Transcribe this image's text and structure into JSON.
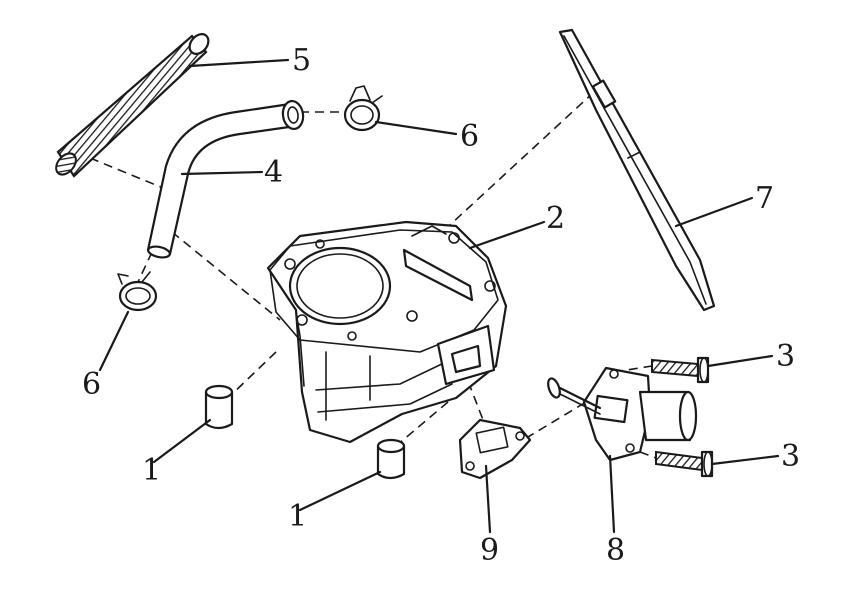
{
  "callouts": [
    {
      "id": "c1a",
      "text": "1"
    },
    {
      "id": "c1b",
      "text": "1"
    },
    {
      "id": "c2",
      "text": "2"
    },
    {
      "id": "c3a",
      "text": "3"
    },
    {
      "id": "c3b",
      "text": "3"
    },
    {
      "id": "c4",
      "text": "4"
    },
    {
      "id": "c5",
      "text": "5"
    },
    {
      "id": "c6a",
      "text": "6"
    },
    {
      "id": "c6b",
      "text": "6"
    },
    {
      "id": "c7",
      "text": "7"
    },
    {
      "id": "c8",
      "text": "8"
    },
    {
      "id": "c9",
      "text": "9"
    }
  ],
  "colors": {
    "line": "#1a1a1a",
    "background": "#ffffff"
  }
}
